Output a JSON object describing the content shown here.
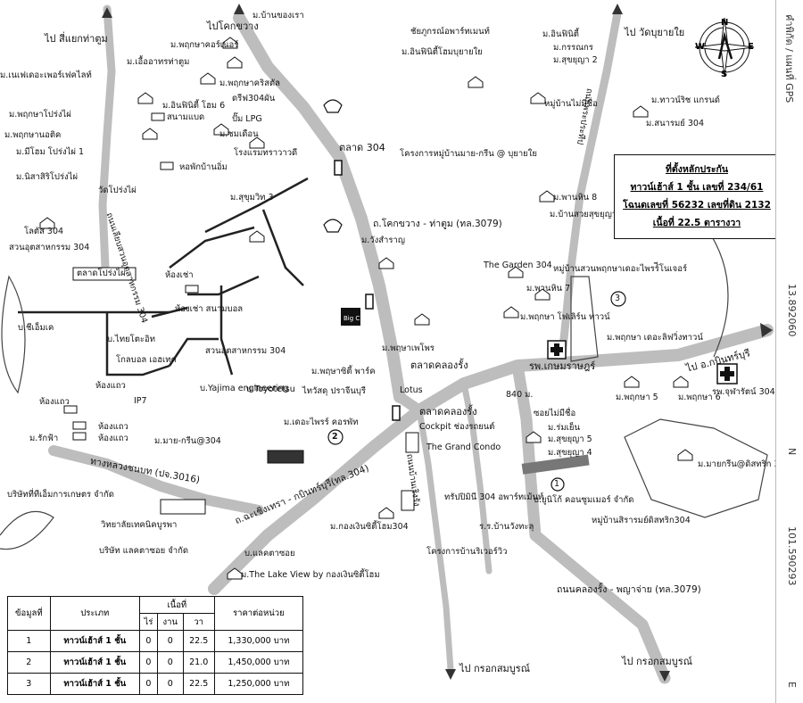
{
  "map": {
    "directions": {
      "ta_toom": "ไป สี่แยกท่าตูม",
      "khok_kwang": "ไปโคกขวาง",
      "wat_bu_yai": "ไป วัดบุยายใย",
      "krok_somboon_left": "ไป กรอกสมบูรณ์",
      "krok_somboon_right": "ไป กรอกสมบูรณ์",
      "kabin_buri": "ไป อ.กบินทร์บุรี"
    },
    "roads": {
      "khok_kwang_ta_toom": "ถ.โคกขวาง - ท่าตูม (ทล.3079)",
      "chachoengsao_kabin": "ถ.ฉะเชิงเทรา - กบินทร์บุรี(ทล.304)",
      "nong_khlong_rung": "ถนนคลองรั้ง - พญาจ่าย (ทล.3079)",
      "tanhlong_chonabot": "ทางหลวงชนบท (ปจ.3016)",
      "suan_utsa_road": "ถนนเลียบสวนอุตสาหกรรม 304",
      "ban_prueang": "ถนนบ้านเริงรัง",
      "ban_kong_dee": "ถนนพระประทีป"
    },
    "places": [
      "ม.บ้านของเรา",
      "ม.พฤกษาคอร์เนอร์",
      "ม.เอื้ออาทรท่าตูม",
      "ม.เนเฟเดอะเพอร์เฟคไลท์",
      "ม.พฤกษาคริสตัล",
      "ดรีฟ304ผัน",
      "ปั๊ม LPG",
      "ม.อินฟินิตี้ โฮม 6",
      "สนามแบด",
      "ม.พฤกษาโปร่งไผ่",
      "ม.พฤกษานอติค",
      "ม.มีโฮม โปร่งไผ่ 1",
      "ม.นิสาสิริโปร่งไผ่",
      "ม.ชมเดือน",
      "โรงแรมทราวาวดี",
      "ตลาด 304",
      "หอพักบ้านอิ่ม",
      "วัดโปร่งไผ่",
      "ม.สุขุมวิท 3",
      "โลตัส 304",
      "สวนอุตสาหกรรม 304",
      "ตลาดโปร่งไผ่",
      "ห้องเช่า",
      "ห้องเช่า สนามบอล",
      "บ.ชีเอ็มเค",
      "บ.ไทยโตะอิท",
      "โกลบอล เอฮเทค",
      "สวนอุตสาหกรรม 304",
      "ห้องแถว",
      "บ.Yajima engineering",
      "บ.Toyotetsu",
      "ม.มาย-กรีน@304",
      "ม.รักฟ้า",
      "ห้องแถว",
      "ห้องแถว",
      "ห้องแถว",
      "ม.พฤษาซิตี้ พาร์ค",
      "ไทวัสดุ ปราจีนบุรี",
      "Lotus",
      "ม.เดอะไพรร์ คอรพัท",
      "ตลาดคลองรั้ง",
      "Cockpit ช่องรถยนต์",
      "The Grand Condo",
      "ม.วังสำราญ",
      "ม.พฤษาเพโพร",
      "รพ.เกษมราษฎร์",
      "ตลาดคลองรั้ง",
      "ม.อินฟินิตี้",
      "ม.กรรณกร",
      "ม.สุขยุญา 2",
      "ชัยภูกรณ์อพาร์ทเมนท์",
      "ม.อินฟินิตี้โฮมบุยายใย",
      "หมู่บ้านไม่มีชื่อ",
      "โครงการหมู่บ้านมาย-กรีน @ บุยายใย",
      "ม.ทาวน์ริช แกรนด์",
      "ม.สนารมย์ 304",
      "ม.พานหิน 8",
      "ม.บ้านสวยสุขยุญา 2",
      "The Garden 304",
      "หมู่บ้านสวนพฤกษาเดอะไพรร์ีโนเจอร์",
      "ม.พานหิน 7",
      "ม.พฤกษา โฟเลิร์น ทาวน์",
      "ม.พฤกษา เดอะลิฟวิ่งทาวน์",
      "ม.พฤกษา 5",
      "ม.พฤกษา 6",
      "รพ.จุฬารัตน์ 304 อินเตอร์",
      "ซอยไม่มีชื่อ",
      "ม.ร่มเย็น",
      "ม.สุขยุญา 5",
      "ม.สุขยุญา 4",
      "ม.มายกรีน@ดิสทริก 304",
      "ทรัปปิมินี 304 อพาร์ทเม้นท์",
      "ม.กองเงินซิตี้โฮม304",
      "ร.ร.บ้านวังทะลุ",
      "โครงการบ้านริเวอร์วิว",
      "บ.ยูนิโก้ คอนซูมเมอร์ จำกัด",
      "หมู่บ้านสิรารมย์ดิสทริก304",
      "บริษัทที่ทีเอ็มการเกษตร จำกัด",
      "วิทยาลัยเทคนิคบูรพา",
      "บริษัท แลคตาซอย จำกัด",
      "บ.แลคตาซอย",
      "ม.The Lake View by กองเงินซิตี้โฮม",
      "IP7",
      "840 ม.",
      "Big C"
    ]
  },
  "info_box": {
    "line1": "ที่ตั้งหลักประกัน",
    "line2": "ทาวน์เฮ้าส์ 1 ชั้น เลขที่ 234/61",
    "line3": "โฉนดเลขที่ 56232 เลขที่ดิน 2132",
    "line4": "เนื้อที่ 22.5 ตารางวา"
  },
  "markers": [
    "1",
    "2",
    "3"
  ],
  "compass": {
    "n": "N",
    "s": "S",
    "e": "E",
    "w": "W"
  },
  "gps": {
    "label": "คำพิกัด / แผนที่ GPS",
    "lat": "13.892060",
    "n": "N",
    "lon": "101.590293",
    "e": "E"
  },
  "table": {
    "headers": {
      "no": "ข้อมูลที่",
      "type": "ประเภท",
      "area": "เนื้อที่",
      "rai": "ไร่",
      "ngan": "งาน",
      "wa": "วา",
      "price": "ราคาต่อหน่วย"
    },
    "rows": [
      {
        "no": "1",
        "type": "ทาวน์เฮ้าส์ 1 ชั้น",
        "rai": "0",
        "ngan": "0",
        "wa": "22.5",
        "price": "1,330,000 บาท"
      },
      {
        "no": "2",
        "type": "ทาวน์เฮ้าส์ 1 ชั้น",
        "rai": "0",
        "ngan": "0",
        "wa": "21.0",
        "price": "1,450,000 บาท"
      },
      {
        "no": "3",
        "type": "ทาวน์เฮ้าส์ 1 ชั้น",
        "rai": "0",
        "ngan": "0",
        "wa": "22.5",
        "price": "1,250,000 บาท"
      }
    ]
  }
}
